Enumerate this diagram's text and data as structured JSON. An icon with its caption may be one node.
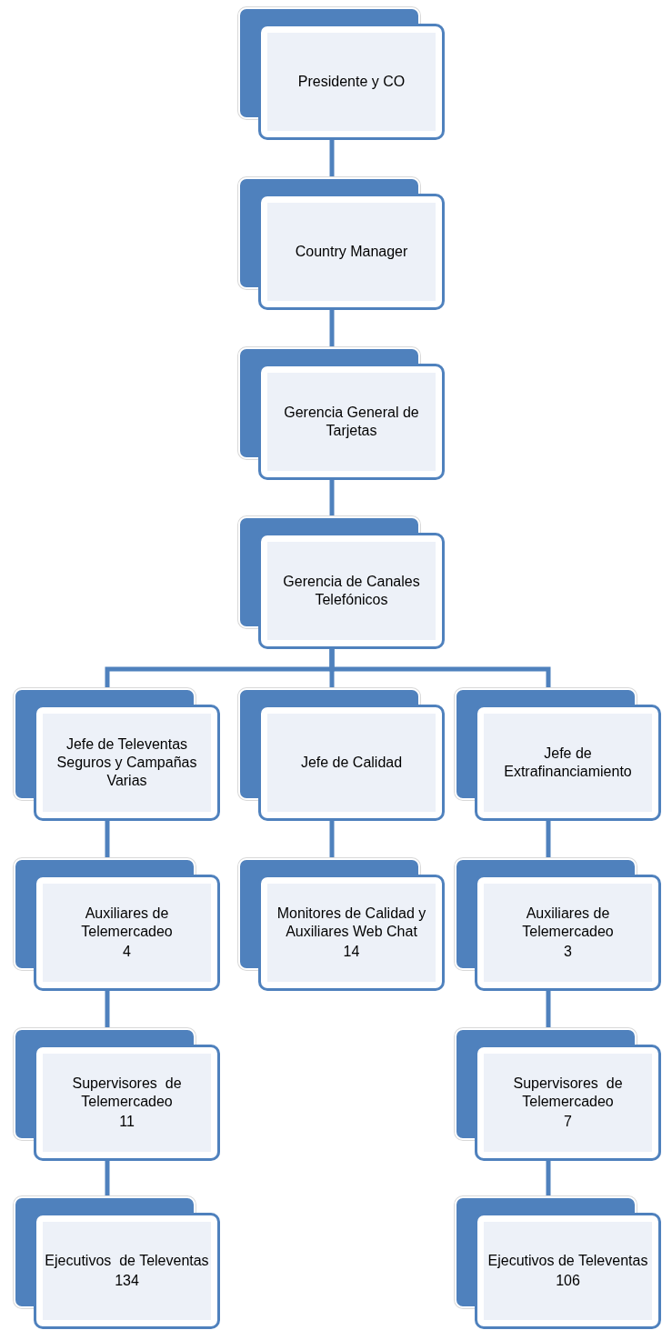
{
  "diagram": {
    "nodes": [
      {
        "text": [
          "Presidente y CO"
        ]
      },
      {
        "text": [
          "Country Manager"
        ]
      },
      {
        "text": [
          "Gerencia General de Tarjetas"
        ]
      },
      {
        "text": [
          "Gerencia de Canales Telefónicos"
        ]
      },
      {
        "text": [
          "Jefe de Televentas Seguros y Campañas Varias"
        ]
      },
      {
        "text": [
          "Jefe de Calidad"
        ]
      },
      {
        "text": [
          "Jefe de Extrafinanciamiento"
        ]
      },
      {
        "text": [
          "Auxiliares de Telemercadeo",
          "4"
        ]
      },
      {
        "text": [
          "Monitores de Calidad y Auxiliares Web Chat",
          "14"
        ]
      },
      {
        "text": [
          "Auxiliares de Telemercadeo",
          "3"
        ]
      },
      {
        "text": [
          "Supervisores  de Telemercadeo",
          "11"
        ]
      },
      {
        "text": [
          "Supervisores  de Telemercadeo",
          "7"
        ]
      },
      {
        "text": [
          "Ejecutivos  de Televentas",
          "134"
        ]
      },
      {
        "text": [
          "Ejecutivos de Televentas",
          "106"
        ]
      }
    ],
    "edges": [
      {
        "from": 0,
        "to": 1,
        "arrow": "none"
      },
      {
        "from": 1,
        "to": 2,
        "arrow": "none"
      },
      {
        "from": 2,
        "to": 3,
        "arrow": "none"
      },
      {
        "from": 3,
        "to": 4,
        "arrow": "none"
      },
      {
        "from": 3,
        "to": 5,
        "arrow": "none"
      },
      {
        "from": 3,
        "to": 6,
        "arrow": "none"
      },
      {
        "from": 4,
        "to": 7,
        "arrow": "none"
      },
      {
        "from": 7,
        "to": 10,
        "arrow": "none"
      },
      {
        "from": 10,
        "to": 12,
        "arrow": "none"
      },
      {
        "from": 5,
        "to": 8,
        "arrow": "none"
      },
      {
        "from": 6,
        "to": 9,
        "arrow": "none"
      },
      {
        "from": 9,
        "to": 11,
        "arrow": "none"
      },
      {
        "from": 11,
        "to": 13,
        "arrow": "none"
      }
    ]
  }
}
